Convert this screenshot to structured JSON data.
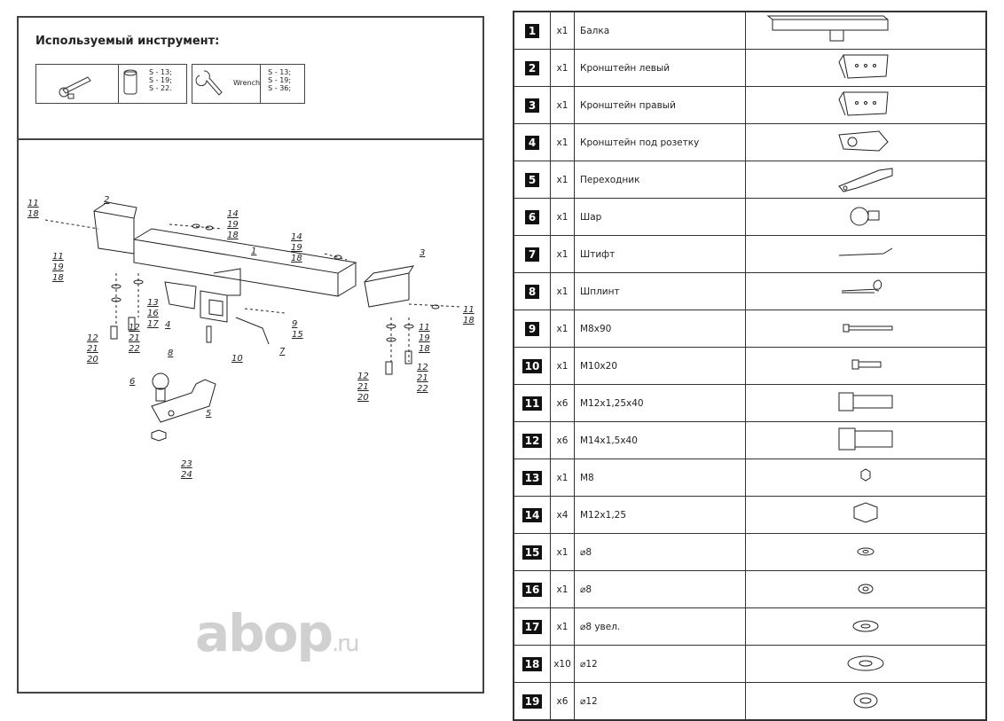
{
  "tools": {
    "title": "Используемый инструмент:",
    "set1": {
      "icon": "ratchet-icon",
      "socket_icon": "socket-icon",
      "sizes": [
        "S - 13;",
        "S - 19;",
        "S - 22."
      ]
    },
    "set2": {
      "icon": "wrench-icon",
      "label": "Wrench",
      "sizes": [
        "S - 13;",
        "S - 19;",
        "S - 36;"
      ]
    }
  },
  "diagram": {
    "callouts": {
      "c1": [
        "11",
        "18"
      ],
      "c2": [
        "2"
      ],
      "c3": [
        "14",
        "19",
        "18"
      ],
      "c4": [
        "1"
      ],
      "c5": [
        "14",
        "19",
        "18"
      ],
      "c6": [
        "3"
      ],
      "c7": [
        "11",
        "19",
        "18"
      ],
      "c8": [
        "11",
        "18"
      ],
      "c9": [
        "11",
        "19",
        "18"
      ],
      "c10": [
        "13",
        "16",
        "17"
      ],
      "c11": [
        "4"
      ],
      "c12": [
        "12",
        "21",
        "22"
      ],
      "c13": [
        "12",
        "21",
        "20"
      ],
      "c14": [
        "9",
        "15"
      ],
      "c15": [
        "8"
      ],
      "c16": [
        "10"
      ],
      "c17": [
        "7"
      ],
      "c18": [
        "6"
      ],
      "c19": [
        "5"
      ],
      "c20": [
        "23",
        "24"
      ],
      "c21": [
        "12",
        "21",
        "20"
      ],
      "c22": [
        "12",
        "21",
        "22"
      ]
    }
  },
  "parts": [
    {
      "num": "1",
      "qty": "x1",
      "name": "Балка",
      "icon": "beam-icon"
    },
    {
      "num": "2",
      "qty": "x1",
      "name": "Кронштейн левый",
      "icon": "bracket-icon"
    },
    {
      "num": "3",
      "qty": "x1",
      "name": "Кронштейн правый",
      "icon": "bracket-icon"
    },
    {
      "num": "4",
      "qty": "x1",
      "name": "Кронштейн под розетку",
      "icon": "socket-bracket-icon"
    },
    {
      "num": "5",
      "qty": "x1",
      "name": "Переходник",
      "icon": "adapter-icon"
    },
    {
      "num": "6",
      "qty": "x1",
      "name": "Шар",
      "icon": "ball-icon"
    },
    {
      "num": "7",
      "qty": "x1",
      "name": "Штифт",
      "icon": "pin-icon"
    },
    {
      "num": "8",
      "qty": "x1",
      "name": "Шплинт",
      "icon": "cotter-pin-icon"
    },
    {
      "num": "9",
      "qty": "x1",
      "name": "M8x90",
      "icon": "bolt-long-icon"
    },
    {
      "num": "10",
      "qty": "x1",
      "name": "M10x20",
      "icon": "bolt-small-icon"
    },
    {
      "num": "11",
      "qty": "x6",
      "name": "M12x1,25x40",
      "icon": "bolt-icon"
    },
    {
      "num": "12",
      "qty": "x6",
      "name": "M14x1,5x40",
      "icon": "bolt-large-icon"
    },
    {
      "num": "13",
      "qty": "x1",
      "name": "M8",
      "icon": "nut-small-icon"
    },
    {
      "num": "14",
      "qty": "x4",
      "name": "M12x1,25",
      "icon": "nut-icon"
    },
    {
      "num": "15",
      "qty": "x1",
      "name": "⌀8",
      "icon": "washer-small-icon"
    },
    {
      "num": "16",
      "qty": "x1",
      "name": "⌀8",
      "icon": "spring-washer-small-icon"
    },
    {
      "num": "17",
      "qty": "x1",
      "name": "⌀8 увел.",
      "icon": "washer-icon"
    },
    {
      "num": "18",
      "qty": "x10",
      "name": "⌀12",
      "icon": "washer-large-icon"
    },
    {
      "num": "19",
      "qty": "x6",
      "name": "⌀12",
      "icon": "spring-washer-icon"
    }
  ],
  "watermark": {
    "text": "abop",
    "suffix": ".ru"
  }
}
